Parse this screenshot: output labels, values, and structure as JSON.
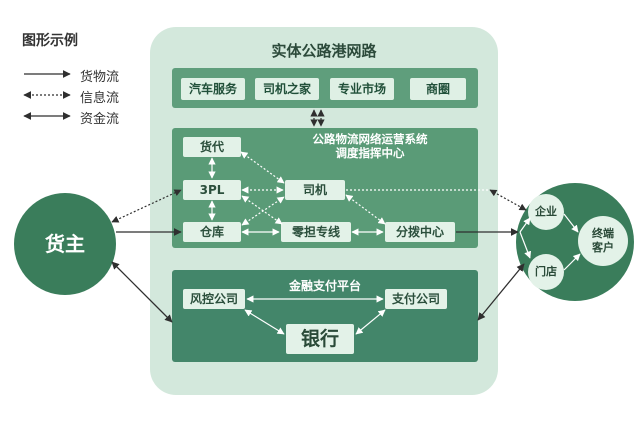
{
  "legend": {
    "title": "图形示例",
    "items": [
      {
        "label": "货物流",
        "style": "solid-arrow"
      },
      {
        "label": "信息流",
        "style": "dotted-arrow"
      },
      {
        "label": "资金流",
        "style": "solid-double-arrow"
      }
    ]
  },
  "platform": {
    "title": "实体公路港网路",
    "services": [
      "汽车服务",
      "司机之家",
      "专业市场",
      "商圈"
    ]
  },
  "operations": {
    "title_line1": "公路物流网络运营系统",
    "title_line2": "调度指挥中心",
    "nodes": {
      "agent": "货代",
      "tpl": "3PL",
      "warehouse": "仓库",
      "driver": "司机",
      "ltl": "零担专线",
      "distribution": "分拨中心"
    }
  },
  "finance": {
    "title": "金融支付平台",
    "risk": "风控公司",
    "payment": "支付公司",
    "bank": "银行"
  },
  "shipper": "货主",
  "customer": {
    "enterprise": "企业",
    "store": "门店",
    "terminal": "终端客户"
  },
  "colors": {
    "light_bg": "#d3e8dc",
    "mid_green": "#5a9b77",
    "dark_green": "#3a7d5b",
    "node_fill": "#e3f2e8"
  }
}
